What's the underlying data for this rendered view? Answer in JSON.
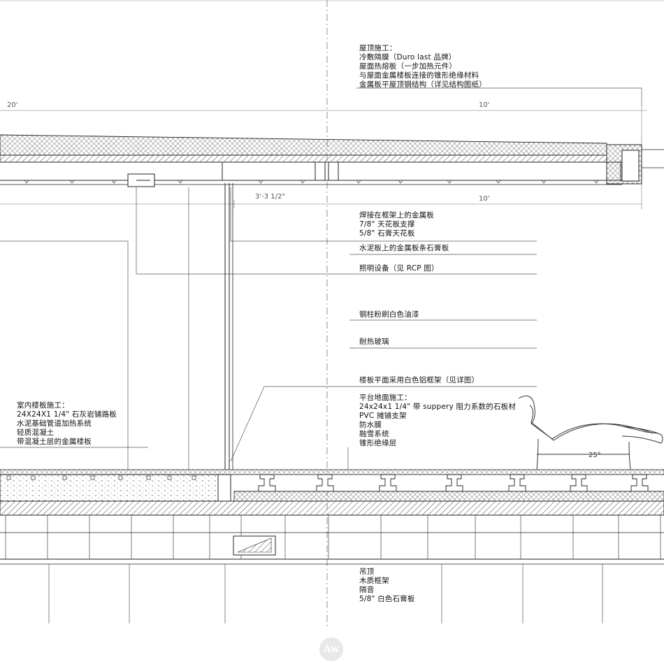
{
  "dimensions": {
    "top_left": "20'",
    "top_right": "10'",
    "mid_center": "3'-3 1/2\"",
    "mid_right": "10'"
  },
  "notes": {
    "roof": [
      "屋顶施工：",
      "冷敷隔膜（Duro last 品牌）",
      "屋面热熔板（一步加热元件）",
      "与屋面金属楼板连接的锥形绝缘材料",
      "金属板平屋顶钢结构（详见结构图纸）"
    ],
    "ceiling": [
      "焊接在框架上的金属板",
      "7/8\" 天花板支撑",
      "5/8\" 石膏天花板"
    ],
    "cement_board": [
      "水泥板上的金属板条石膏板"
    ],
    "lighting": [
      "照明设备（见 RCP 图）"
    ],
    "column": [
      "钢柱粉刷白色油漆"
    ],
    "glass": [
      "耐热玻璃"
    ],
    "aluminum_frame": [
      "楼板平面采用白色铝框架（见详图）"
    ],
    "terrace": [
      "平台地面施工：",
      "24x24x1 1/4\" 带 suppery 阻力系数的石板材",
      "PVC 摊铺支架",
      "防水膜",
      "融雪系统",
      "锥形绝缘层"
    ],
    "indoor": [
      "室内楼板施工：",
      "24X24X1 1/4\" 石灰岩铺路板",
      "水泥基础管道加热系统",
      "轻质混凝土",
      "带混凝土层的金属楼板"
    ],
    "suspended_ceiling": [
      "吊顶",
      "木质框架",
      "隔音",
      "5/8\" 白色石膏板"
    ]
  },
  "chair_angle": "25°",
  "watermark": "Aw"
}
